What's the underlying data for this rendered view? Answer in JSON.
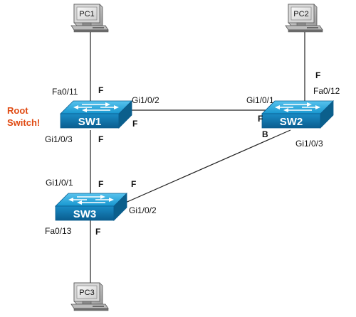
{
  "pcs": {
    "pc1": "PC1",
    "pc2": "PC2",
    "pc3": "PC3"
  },
  "switches": {
    "sw1": "SW1",
    "sw2": "SW2",
    "sw3": "SW3"
  },
  "root_label": {
    "line1": "Root",
    "line2": "Switch!"
  },
  "ports": {
    "sw1_fa0_11": "Fa0/11",
    "sw1_gi1_0_2": "Gi1/0/2",
    "sw1_gi1_0_3": "Gi1/0/3",
    "sw2_gi1_0_1": "Gi1/0/1",
    "sw2_fa0_12": "Fa0/12",
    "sw2_gi1_0_3": "Gi1/0/3",
    "sw3_gi1_0_1": "Gi1/0/1",
    "sw3_gi1_0_2": "Gi1/0/2",
    "sw3_fa0_13": "Fa0/13"
  },
  "port_states": {
    "sw1_fa0_11": "F",
    "sw1_gi1_0_2": "F",
    "sw1_gi1_0_3": "F",
    "sw2_fa0_12": "F",
    "sw2_gi1_0_1": "F",
    "sw2_gi1_0_3": "B",
    "sw3_gi1_0_1": "F",
    "sw3_gi1_0_2": "F",
    "sw3_fa0_13": "F"
  },
  "colors": {
    "switch_top": "#1aa3d9",
    "switch_front": "#0a72a8",
    "switch_side": "#0b5f8c",
    "root_label": "#e04a12"
  }
}
